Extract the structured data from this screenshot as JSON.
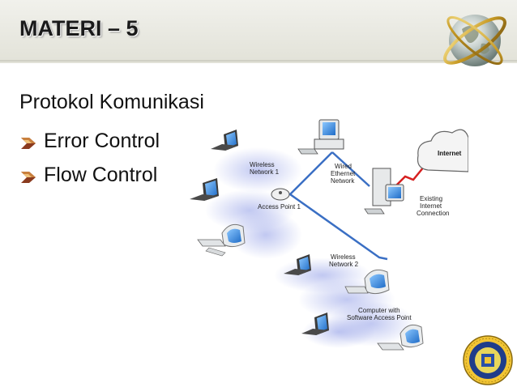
{
  "slide": {
    "title": "MATERI – 5",
    "heading": "Protokol Komunikasi",
    "bullets": [
      "Error Control",
      "Flow Control"
    ]
  },
  "diagram": {
    "labels": {
      "wireless_network_1": [
        "Wireless",
        "Network 1"
      ],
      "wired_ethernet_network": [
        "Wired",
        "Ethernet",
        "Network"
      ],
      "internet": "Internet",
      "access_point_1": "Access Point 1",
      "existing_internet_connection": [
        "Existing",
        "Internet",
        "Connection"
      ],
      "wireless_network_2": [
        "Wireless",
        "Network 2"
      ],
      "computer_software_access_point": [
        "Computer with",
        "Software Access Point"
      ]
    }
  },
  "colors": {
    "ethernet_line": "#3a6fc4",
    "internet_link": "#d62020",
    "wireless_glow": "#9aa7e8",
    "screen_blue": "#3d8fe0"
  },
  "icons": [
    "globe-icon",
    "bullet-arrow-icon",
    "university-seal-icon"
  ]
}
